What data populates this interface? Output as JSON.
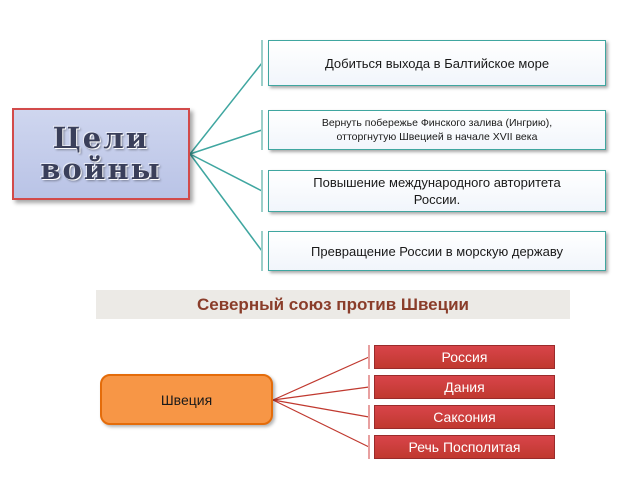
{
  "goals": {
    "title": "Цели\nвойны",
    "items": [
      "Добиться выхода в Балтийское море",
      "Вернуть побережье Финского залива (Ингрию),\nотторгнутую Швецией в начале XVII века",
      "Повышение международного авторитета\nРоссии.",
      "Превращение России в морскую державу"
    ]
  },
  "alliance": {
    "title": "Северный союз против Швеции",
    "enemy": "Швеция",
    "members": [
      "Россия",
      "Дания",
      "Саксония",
      "Речь Посполитая"
    ]
  },
  "colors": {
    "goals_fill": "#c5cdeb",
    "goals_border": "#d24a4a",
    "goal_border": "#3fa6a0",
    "enemy_fill": "#f79646",
    "ally_fill": "#c0392f",
    "connector_top": "#3fa6a0",
    "connector_bottom": "#c0392f"
  }
}
